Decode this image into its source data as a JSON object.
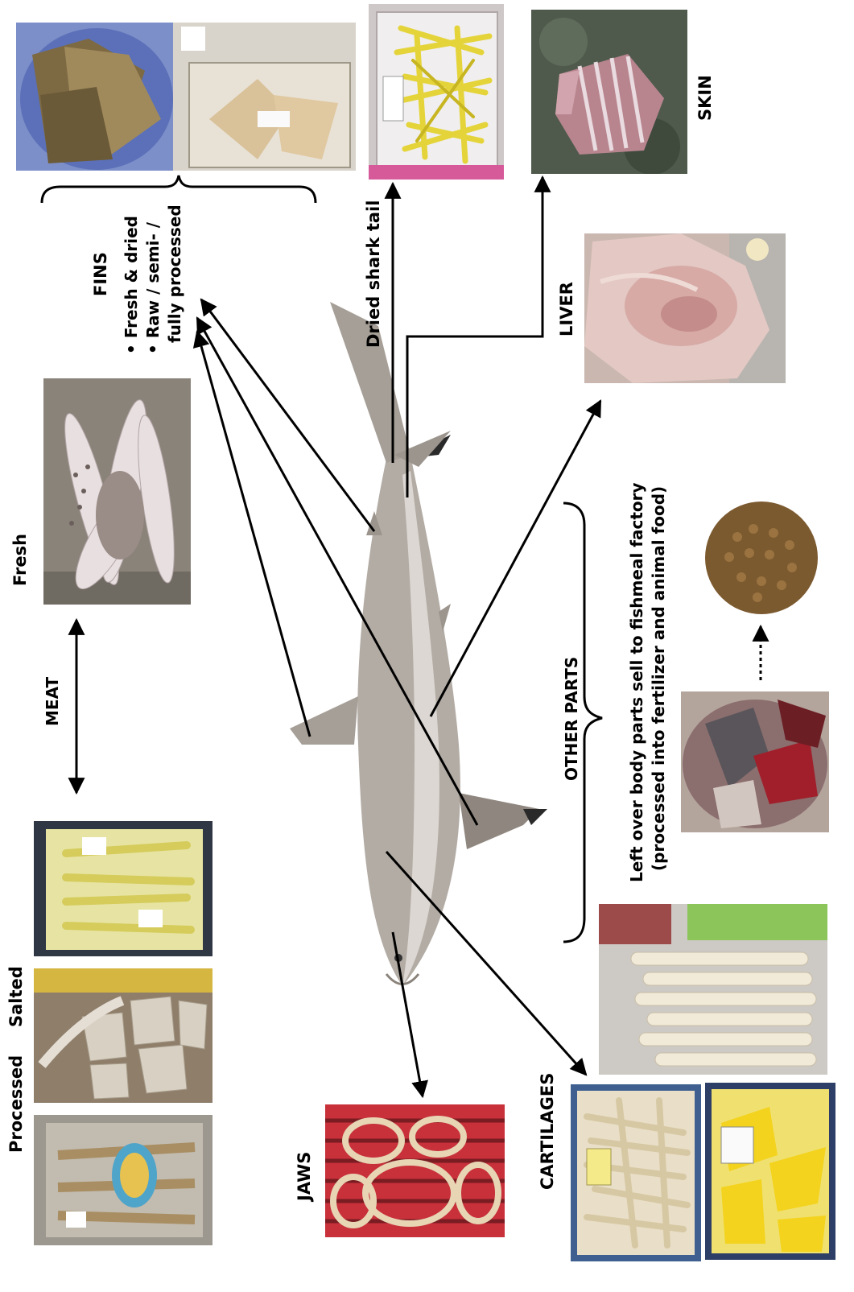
{
  "labels": {
    "fins": "FINS",
    "fins_bullet_1": "• Fresh & dried",
    "fins_bullet_2": "• Raw / semi- /",
    "fins_bullet_3": "fully processed",
    "dried_shark_tail": "Dried shark tail",
    "skin": "SKIN",
    "liver": "LIVER",
    "meat": "MEAT",
    "fresh": "Fresh",
    "salted": "Salted",
    "processed": "Processed",
    "jaws": "JAWS",
    "cartilages": "CARTILAGES",
    "other_parts": "OTHER PARTS",
    "leftover_line_1": "Left over body parts sell to fishmeal factory",
    "leftover_line_2": "(processed into fertilizer and animal food)"
  },
  "colors": {
    "arrow": "#000000",
    "background": "#ffffff",
    "shark_body": "#b3aca5",
    "shark_belly": "#dcd7d2"
  }
}
